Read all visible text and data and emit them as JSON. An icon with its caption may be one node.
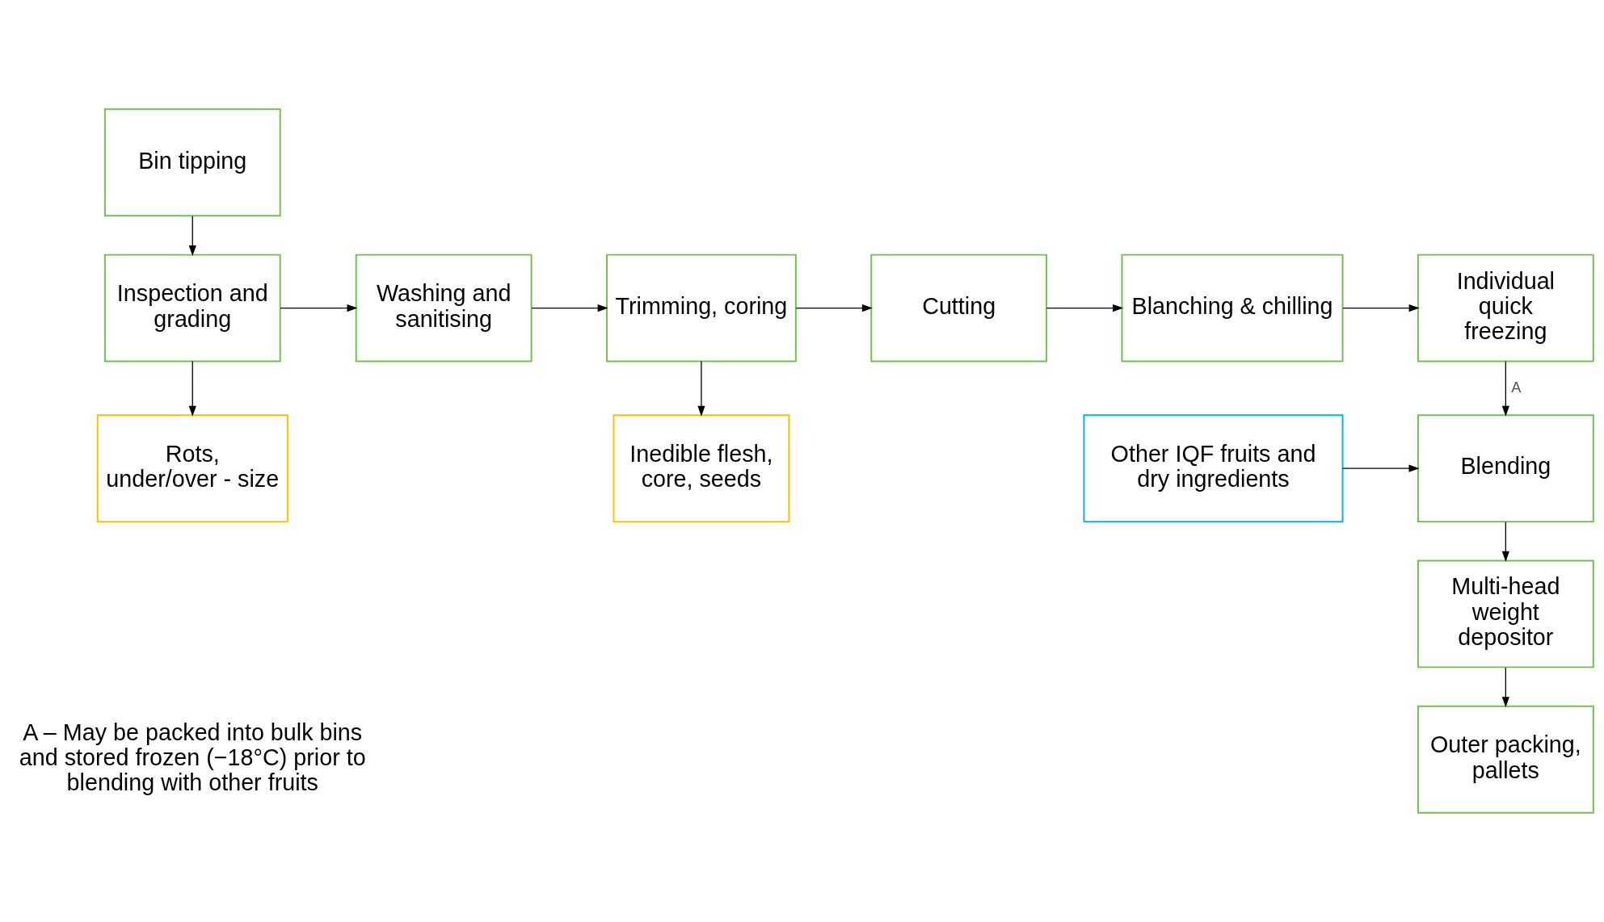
{
  "diagram": {
    "nodes": [
      {
        "text": [
          "Bin tipping"
        ]
      },
      {
        "text": [
          "Inspection and grading"
        ]
      },
      {
        "text": [
          "Washing and sanitising"
        ]
      },
      {
        "text": [
          "Trimming, coring"
        ]
      },
      {
        "text": [
          "Cutting"
        ]
      },
      {
        "text": [
          "Blanching & chilling"
        ]
      },
      {
        "text": [
          "Individual quick freezing"
        ]
      },
      {
        "text": [
          "Rots, under/over - size"
        ]
      },
      {
        "text": [
          "Inedible flesh, core, seeds"
        ]
      },
      {
        "text": [
          "Other IQF fruits and dry ingredients"
        ]
      },
      {
        "text": [
          "Blending"
        ]
      },
      {
        "text": [
          "Multi-head weight depositor"
        ]
      },
      {
        "text": [
          "Outer packing, pallets"
        ]
      }
    ],
    "edges": [
      {
        "from": 0,
        "to": 1,
        "arrow": "to"
      },
      {
        "from": 1,
        "to": 2,
        "arrow": "to"
      },
      {
        "from": 2,
        "to": 3,
        "arrow": "to"
      },
      {
        "from": 3,
        "to": 4,
        "arrow": "to"
      },
      {
        "from": 4,
        "to": 5,
        "arrow": "to"
      },
      {
        "from": 5,
        "to": 6,
        "arrow": "to"
      },
      {
        "from": 1,
        "to": 7,
        "arrow": "to"
      },
      {
        "from": 3,
        "to": 8,
        "arrow": "to"
      },
      {
        "from": 6,
        "to": 10,
        "arrow": "to",
        "label": "A"
      },
      {
        "from": 9,
        "to": 10,
        "arrow": "to"
      },
      {
        "from": 10,
        "to": 11,
        "arrow": "to"
      },
      {
        "from": 11,
        "to": 12,
        "arrow": "to"
      }
    ],
    "labels": [
      "A – May be packed into bulk bins and stored frozen (−18°C) prior to blending with other fruits"
    ]
  }
}
